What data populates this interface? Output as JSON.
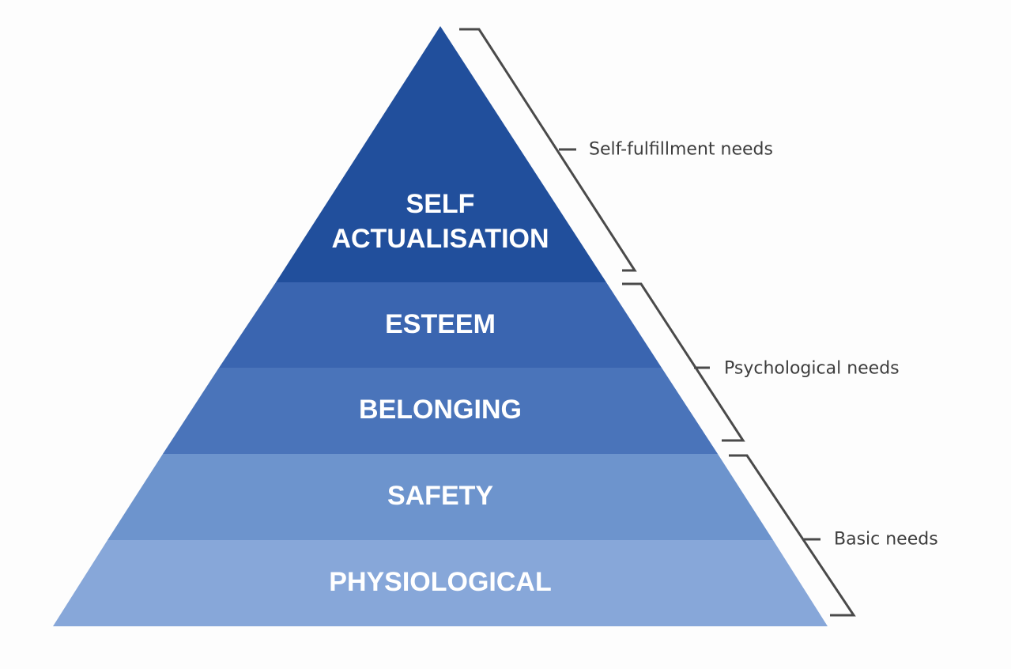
{
  "pyramid": {
    "tiers": [
      {
        "lines": [
          "SELF",
          "ACTUALISATION"
        ],
        "color": "#214f9c"
      },
      {
        "lines": [
          "ESTEEM"
        ],
        "color": "#3a65b0"
      },
      {
        "lines": [
          "BELONGING"
        ],
        "color": "#4a74ba"
      },
      {
        "lines": [
          "SAFETY"
        ],
        "color": "#6d94cd"
      },
      {
        "lines": [
          "PHYSIOLOGICAL"
        ],
        "color": "#87a7d9"
      }
    ]
  },
  "groups": [
    {
      "label": "Self-fulfillment needs"
    },
    {
      "label": "Psychological needs"
    },
    {
      "label": "Basic needs"
    }
  ],
  "colors": {
    "bracket": "#4a4a4a",
    "group_text": "#3d3d3d",
    "tier_text": "#ffffff",
    "background": "#fdfdfd"
  }
}
